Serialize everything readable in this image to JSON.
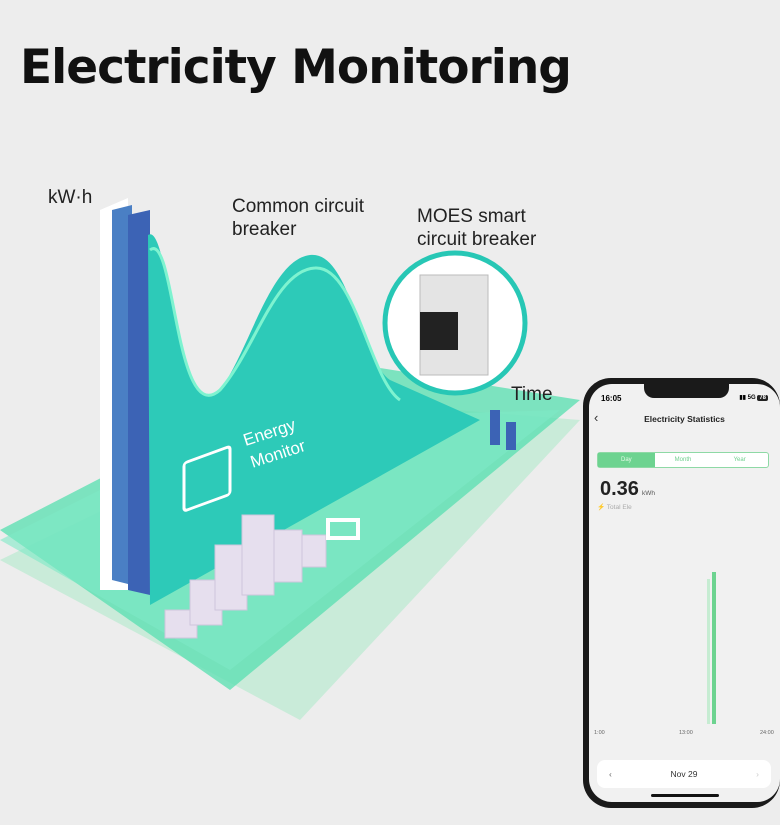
{
  "title": "Electricity Monitoring",
  "labels": {
    "y_axis": "kW·h",
    "common": "Common circuit\nbreaker",
    "moes": "MOES smart\ncircuit breaker",
    "time": "Time",
    "energy_monitor": "Energy\nMonitor"
  },
  "colors": {
    "accent": "#6dd390",
    "teal": "#27c7b5"
  },
  "phone": {
    "time": "16:05",
    "signal": "5G",
    "battery": "78",
    "screen_title": "Electricity Statistics",
    "tabs": [
      "Day",
      "Month",
      "Year"
    ],
    "active_tab": "Day",
    "value": "0.36",
    "unit": "kWh",
    "total_label": "Total Ele",
    "axis": [
      "1:00",
      "13:00",
      "24:00"
    ],
    "date": "Nov 29",
    "prev_icon": "chevron-left-icon",
    "next_icon": "chevron-right-icon"
  }
}
